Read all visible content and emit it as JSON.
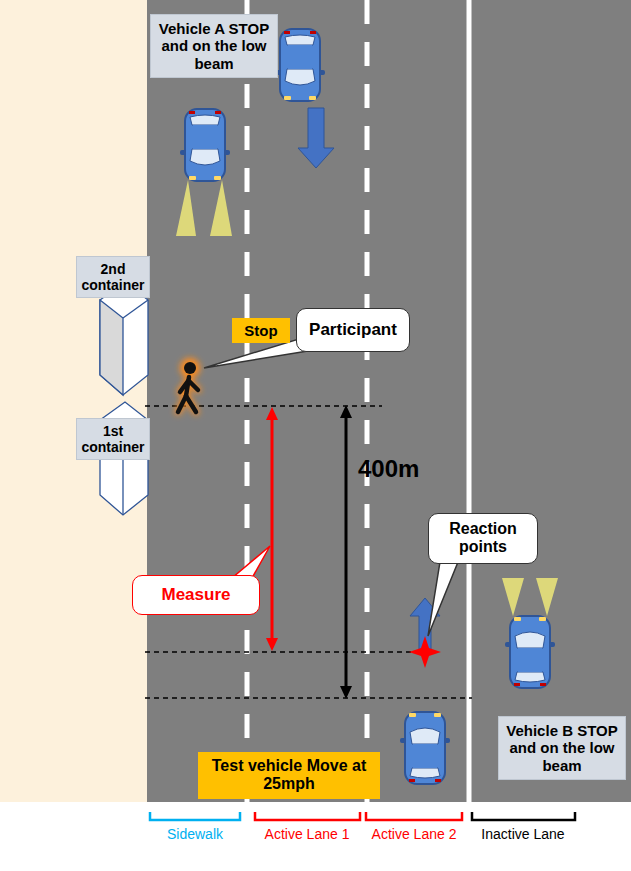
{
  "diagram": {
    "nodes": [
      {
        "text": [
          "Vehicle A STOP and on the low beam"
        ]
      },
      {
        "text": [
          "2nd container"
        ]
      },
      {
        "text": [
          "Stop"
        ]
      },
      {
        "text": [
          "Participant"
        ]
      },
      {
        "text": [
          "1st container"
        ]
      },
      {
        "text": [
          "Measure"
        ]
      },
      {
        "text": [
          "Reaction points"
        ]
      },
      {
        "text": [
          "Test vehicle Move at 25mph"
        ]
      },
      {
        "text": [
          "Vehicle B STOP and on the low beam"
        ]
      }
    ],
    "labels": [
      "400m",
      "Sidewalk",
      "Active Lane 1",
      "Active Lane 2",
      "Inactive Lane"
    ]
  }
}
